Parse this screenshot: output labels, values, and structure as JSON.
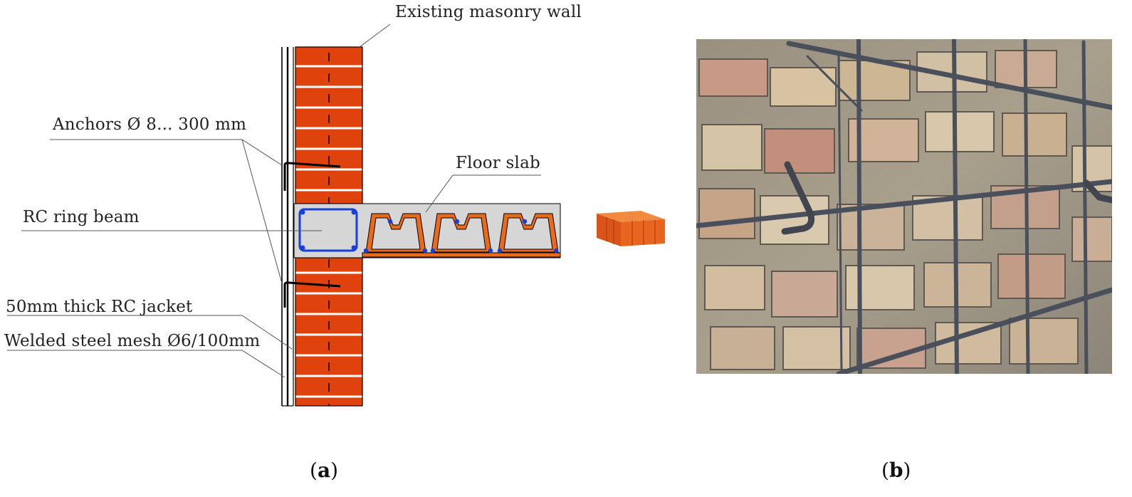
{
  "panel_a": {
    "labels": {
      "existing_wall": "Existing masonry wall",
      "anchors": "Anchors Ø 8... 300 mm",
      "floor_slab": "Floor slab",
      "ring_beam": "RC ring beam",
      "jacket": "50mm thick RC jacket",
      "mesh": "Welded steel mesh Ø6/100mm"
    },
    "caption_letter": "a",
    "colors": {
      "brick": "#e0420e",
      "mortar": "#ffffff",
      "slab_concrete": "#d6d6d6",
      "stirrup": "#1a3fd6",
      "formwork": "#e86a1e",
      "leader": "#555555"
    }
  },
  "panel_b": {
    "caption_letter": "b",
    "photo_subject": "steel-mesh-on-masonry-photo"
  }
}
